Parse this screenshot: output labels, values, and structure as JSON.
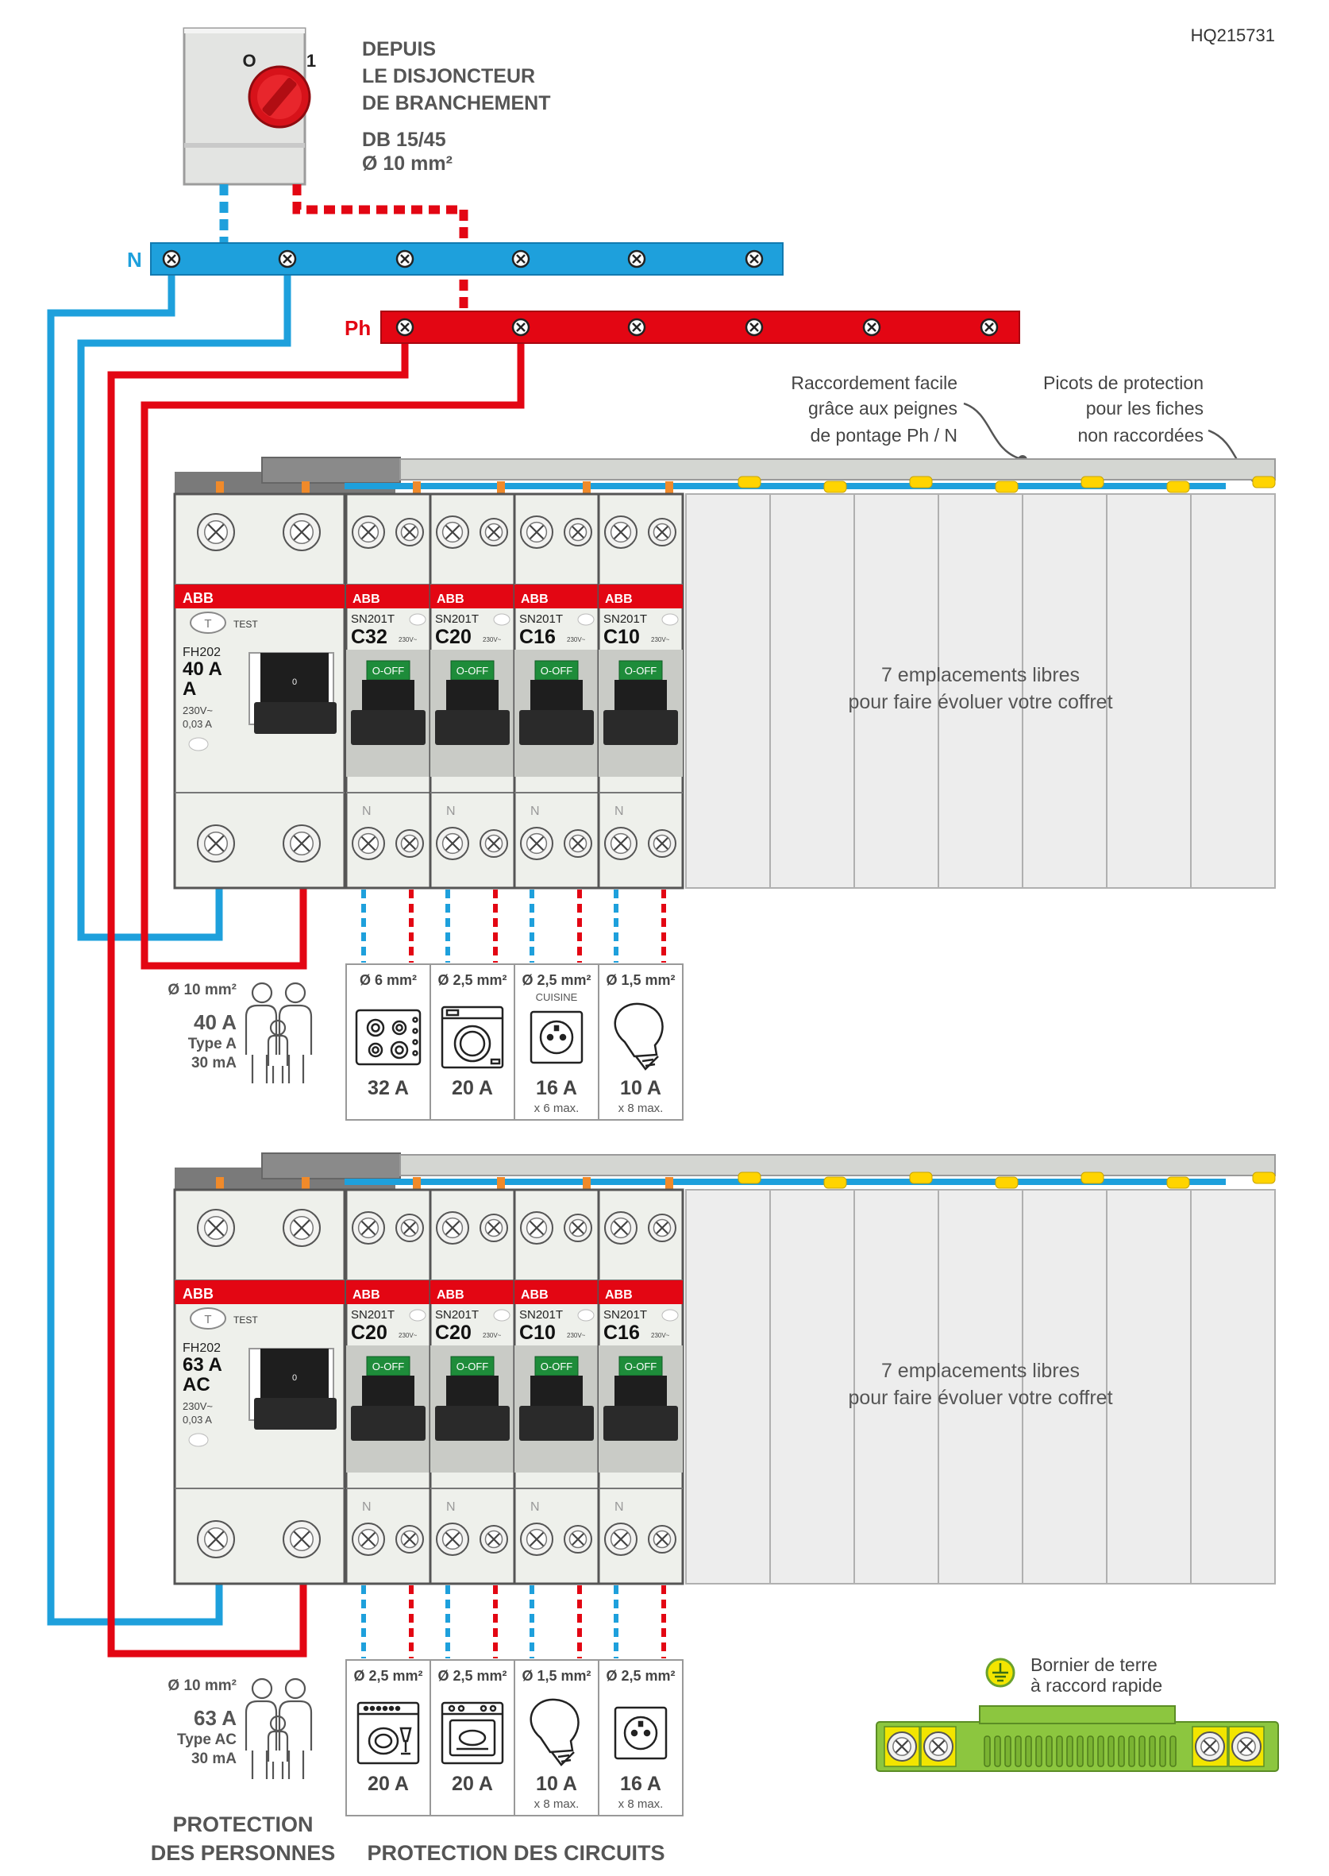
{
  "ref": "HQ215731",
  "main_switch": {
    "label_0": "O",
    "label_1": "1",
    "caption_lines": [
      "DEPUIS",
      "LE DISJONCTEUR",
      "DE BRANCHEMENT"
    ],
    "spec_lines": [
      "DB 15/45",
      "Ø 10 mm²"
    ]
  },
  "busbars": {
    "neutral_label": "N",
    "phase_label": "Ph"
  },
  "callouts": {
    "comb": [
      "Raccordement facile",
      "grâce aux peignes",
      "de pontage Ph / N"
    ],
    "protect": [
      "Picots de protection",
      "pour les fiches",
      "non raccordées"
    ]
  },
  "brand": "ABB",
  "test_label": "TEST",
  "rcd_toggle": "0",
  "breaker_model": "SN201T",
  "breaker_voltage": "230V~",
  "off_label": "O-OFF",
  "neutral_mark": "N",
  "rows": [
    {
      "rcd": {
        "model": "FH202",
        "rating": "40 A",
        "type": "A",
        "line1": "230V~",
        "line2": "0,03 A"
      },
      "breakers": [
        "C32",
        "C20",
        "C16",
        "C10"
      ],
      "free_slots": [
        "7 emplacements libres",
        "pour faire évoluer votre coffret"
      ],
      "feed": {
        "section": "Ø 10 mm²",
        "rating": "40 A",
        "type": "Type A",
        "sensitivity": "30 mA"
      },
      "circuits": [
        {
          "section": "Ø 6 mm²",
          "sublabel": "",
          "icon": "hob-icon",
          "rating": "32 A",
          "max": ""
        },
        {
          "section": "Ø 2,5 mm²",
          "sublabel": "",
          "icon": "washing-machine-icon",
          "rating": "20 A",
          "max": ""
        },
        {
          "section": "Ø 2,5 mm²",
          "sublabel": "CUISINE",
          "icon": "socket-icon",
          "rating": "16 A",
          "max": "x 6 max."
        },
        {
          "section": "Ø 1,5 mm²",
          "sublabel": "",
          "icon": "bulb-icon",
          "rating": "10 A",
          "max": "x 8 max."
        }
      ]
    },
    {
      "rcd": {
        "model": "FH202",
        "rating": "63 A",
        "type": "AC",
        "line1": "230V~",
        "line2": "0,03 A"
      },
      "breakers": [
        "C20",
        "C20",
        "C10",
        "C16"
      ],
      "free_slots": [
        "7 emplacements libres",
        "pour faire évoluer votre coffret"
      ],
      "feed": {
        "section": "Ø 10 mm²",
        "rating": "63 A",
        "type": "Type AC",
        "sensitivity": "30 mA"
      },
      "circuits": [
        {
          "section": "Ø 2,5 mm²",
          "sublabel": "",
          "icon": "dishwasher-icon",
          "rating": "20 A",
          "max": ""
        },
        {
          "section": "Ø 2,5 mm²",
          "sublabel": "",
          "icon": "oven-icon",
          "rating": "20 A",
          "max": ""
        },
        {
          "section": "Ø 1,5 mm²",
          "sublabel": "",
          "icon": "bulb-icon",
          "rating": "10 A",
          "max": "x 8 max."
        },
        {
          "section": "Ø 2,5 mm²",
          "sublabel": "",
          "icon": "socket-icon",
          "rating": "16 A",
          "max": "x 8 max."
        }
      ]
    }
  ],
  "footer": {
    "people": [
      "PROTECTION",
      "DES PERSONNES"
    ],
    "circuits": "PROTECTION DES CIRCUITS"
  },
  "earth": {
    "lines": [
      "Bornier de terre",
      "à raccord rapide"
    ]
  },
  "colors": {
    "neutral": "#1ea0dc",
    "phase": "#e30613",
    "abb_red": "#e30613",
    "module_bg": "#eef0eb",
    "earth_green": "#8cc63f",
    "earth_yellow": "#f2e500",
    "picot_yellow": "#ffd400",
    "comb_orange": "#f08a2a",
    "text_gray": "#555555"
  }
}
